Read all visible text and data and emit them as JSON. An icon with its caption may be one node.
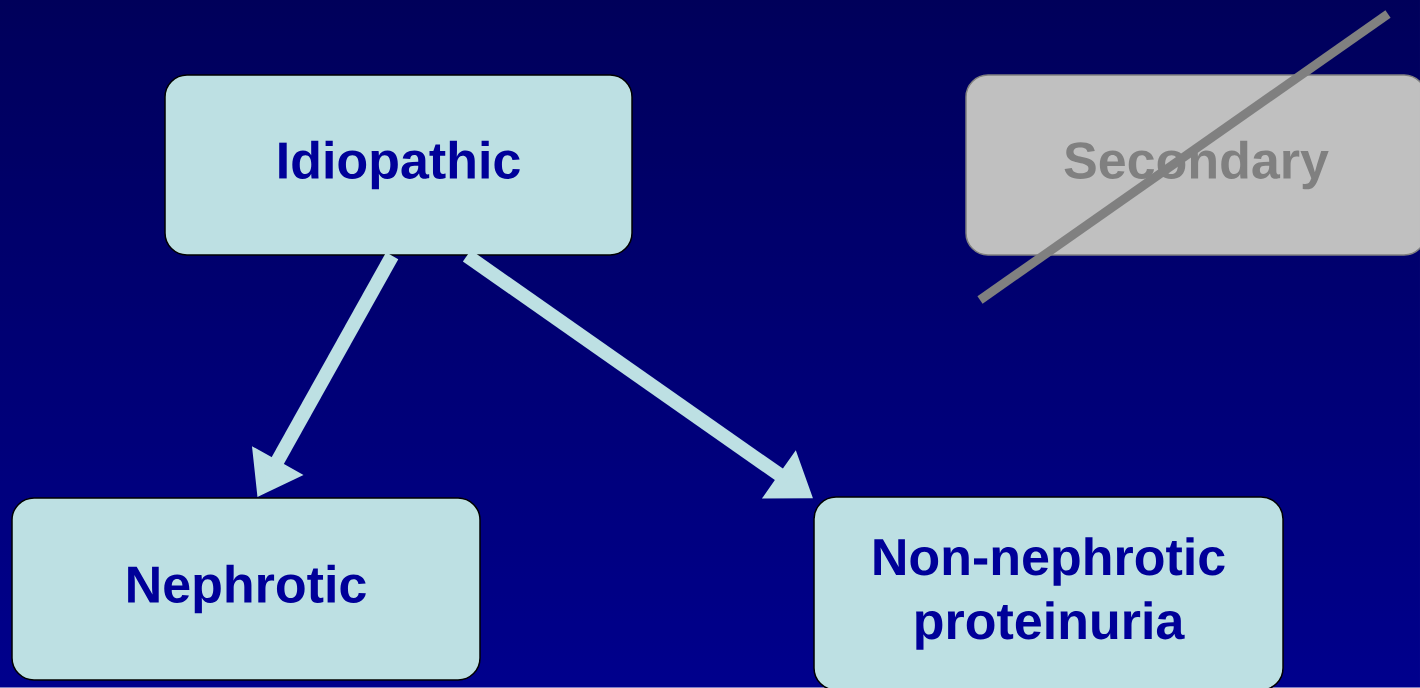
{
  "diagram": {
    "nodes": [
      {
        "text": [
          "Idiopathic"
        ]
      },
      {
        "text": [
          "Secondary"
        ]
      },
      {
        "text": [
          "Nephrotic"
        ]
      },
      {
        "text": [
          "Non-nephrotic proteinuria"
        ]
      }
    ],
    "edges": [
      {
        "from": 0,
        "to": 2,
        "arrow": "to"
      },
      {
        "from": 0,
        "to": 3,
        "arrow": "to"
      }
    ]
  }
}
